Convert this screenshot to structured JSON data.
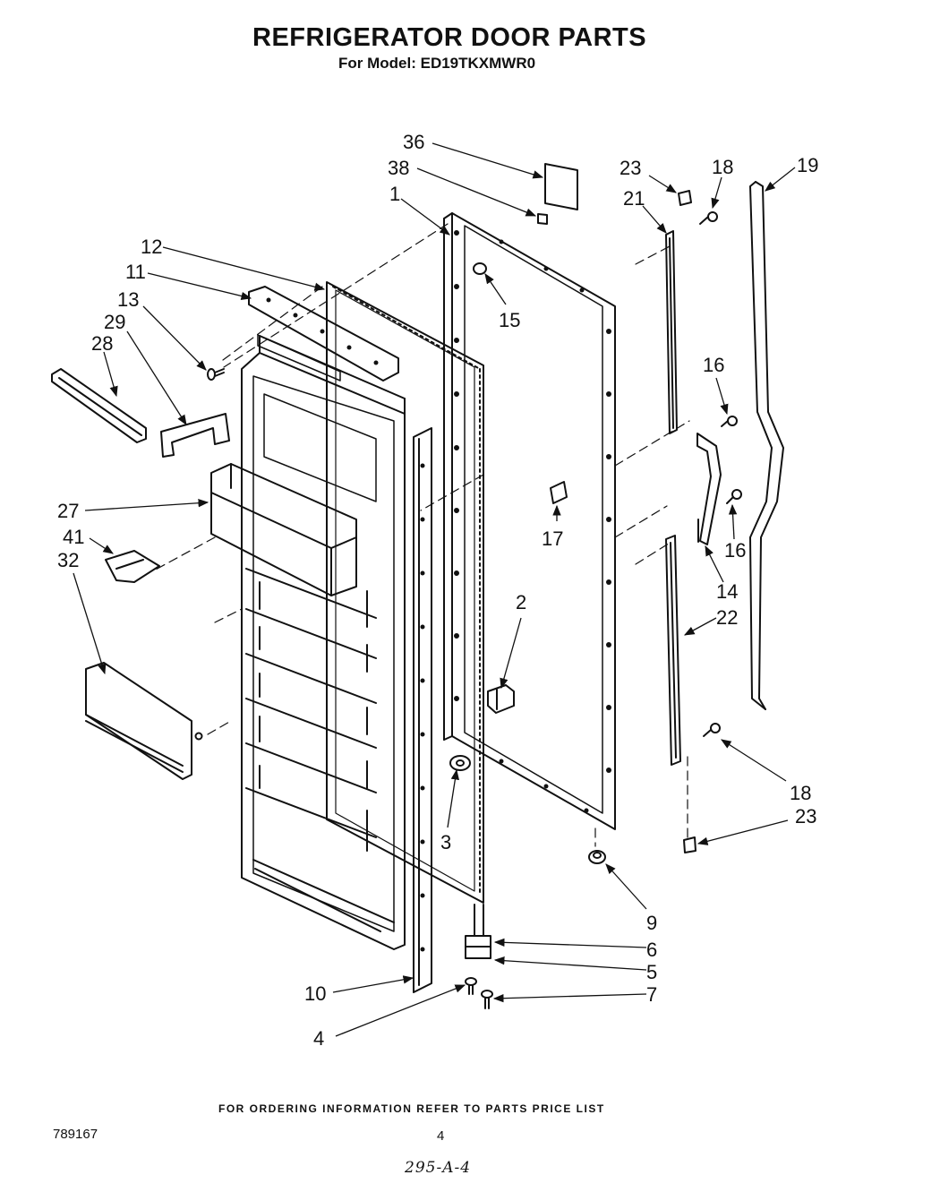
{
  "header": {
    "title": "REFRIGERATOR DOOR PARTS",
    "subtitle": "For Model: ED19TKXMWR0"
  },
  "callouts": {
    "c36": "36",
    "c38": "38",
    "c1": "1",
    "c12": "12",
    "c11": "11",
    "c13": "13",
    "c29": "29",
    "c28": "28",
    "c15": "15",
    "c23a": "23",
    "c18a": "18",
    "c19": "19",
    "c21": "21",
    "c16a": "16",
    "c16b": "16",
    "c17": "17",
    "c14": "14",
    "c22": "22",
    "c27": "27",
    "c41": "41",
    "c32": "32",
    "c2": "2",
    "c3": "3",
    "c18b": "18",
    "c23b": "23",
    "c9": "9",
    "c6": "6",
    "c5": "5",
    "c7": "7",
    "c10": "10",
    "c4": "4"
  },
  "footer": {
    "ordering_note": "FOR ORDERING INFORMATION REFER TO PARTS PRICE LIST",
    "doc_number": "789167",
    "page_number": "4",
    "handwritten_note": "295-A-4"
  }
}
